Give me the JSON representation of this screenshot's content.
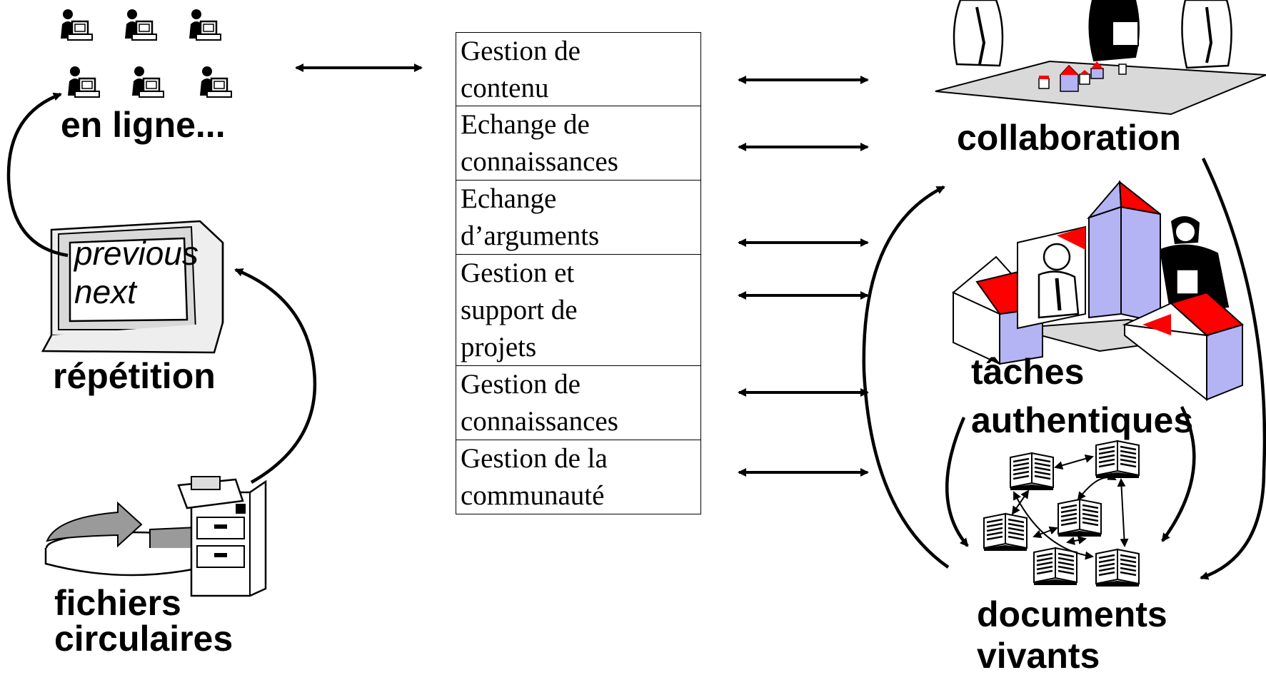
{
  "labels": {
    "online": "en ligne...",
    "repetition": "répétition",
    "files": [
      "fichiers",
      "circulaires"
    ],
    "collaboration": "collaboration",
    "tasks": [
      "tâches",
      "authentiques"
    ],
    "documents": [
      "documents",
      "vivants"
    ]
  },
  "screen": {
    "previous": "previous",
    "next": "next"
  },
  "functions": [
    {
      "lines": [
        "Gestion de",
        "contenu"
      ]
    },
    {
      "lines": [
        "Echange de",
        "connaissances"
      ]
    },
    {
      "lines": [
        "Echange",
        "d’arguments"
      ]
    },
    {
      "lines": [
        "Gestion et",
        "support de",
        "projets"
      ]
    },
    {
      "lines": [
        "Gestion de",
        "connaissances"
      ]
    },
    {
      "lines": [
        "Gestion de la",
        "communauté"
      ]
    }
  ],
  "colors": {
    "accent_red": "#ff0000",
    "accent_lavender": "#b4b4f4",
    "gray": "#bfbfbf"
  }
}
